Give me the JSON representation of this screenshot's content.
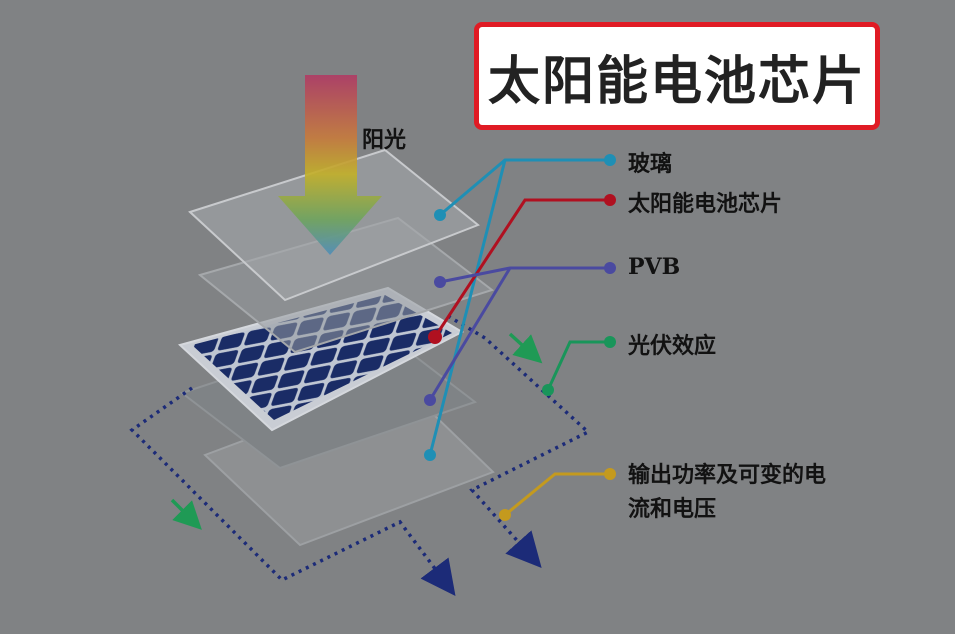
{
  "title": "太阳能电池芯片",
  "sunlight_label": "阳光",
  "legend": [
    {
      "label": "玻璃",
      "color": "#1f8fb5"
    },
    {
      "label": "太阳能电池芯片",
      "color": "#b01020"
    },
    {
      "label": "PVB",
      "color": "#4a4aa0"
    },
    {
      "label": "光伏效应",
      "color": "#19955a"
    },
    {
      "label": "输出功率及可变的电流和电压",
      "color": "#c49a1e"
    }
  ]
}
